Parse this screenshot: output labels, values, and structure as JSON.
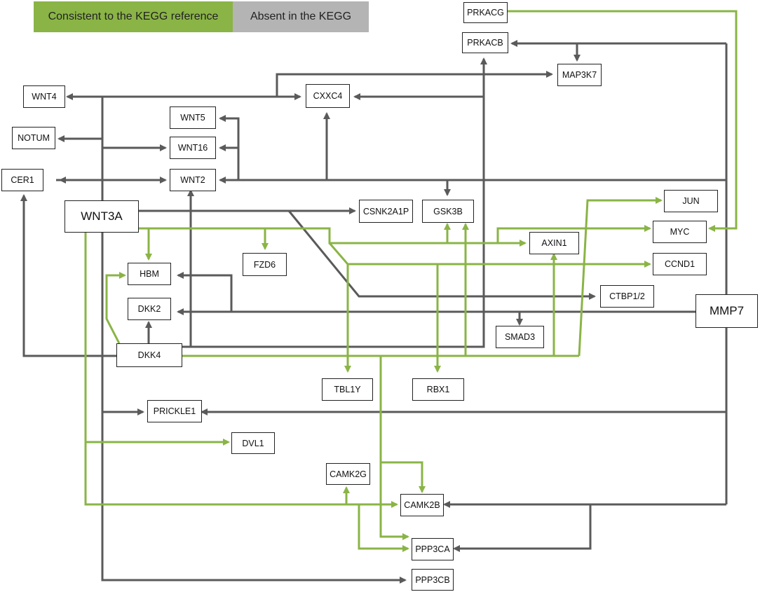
{
  "legend": {
    "consistent_label": "Consistent to the KEGG reference",
    "absent_label": "Absent in the KEGG",
    "consistent_color": "#8ab446",
    "absent_color": "#b4b4b4"
  },
  "colors": {
    "gray_edge": "#5a5a5a",
    "green_edge": "#8ab446"
  },
  "nodes": {
    "prkacg": "PRKACG",
    "prkacb": "PRKACB",
    "map3k7": "MAP3K7",
    "wnt4": "WNT4",
    "cxxc4": "CXXC4",
    "wnt5": "WNT5",
    "notum": "NOTUM",
    "wnt16": "WNT16",
    "cer1": "CER1",
    "wnt2": "WNT2",
    "wnt3a": "WNT3A",
    "csnk2a1p": "CSNK2A1P",
    "gsk3b": "GSK3B",
    "jun": "JUN",
    "myc": "MYC",
    "axin1": "AXIN1",
    "fzd6": "FZD6",
    "hbm": "HBM",
    "ccnd1": "CCND1",
    "ctbp12": "CTBP1/2",
    "dkk2": "DKK2",
    "mmp7": "MMP7",
    "smad3": "SMAD3",
    "dkk4": "DKK4",
    "tbl1y": "TBL1Y",
    "rbx1": "RBX1",
    "prickle1": "PRICKLE1",
    "dvl1": "DVL1",
    "camk2g": "CAMK2G",
    "camk2b": "CAMK2B",
    "ppp3ca": "PPP3CA",
    "ppp3cb": "PPP3CB"
  }
}
